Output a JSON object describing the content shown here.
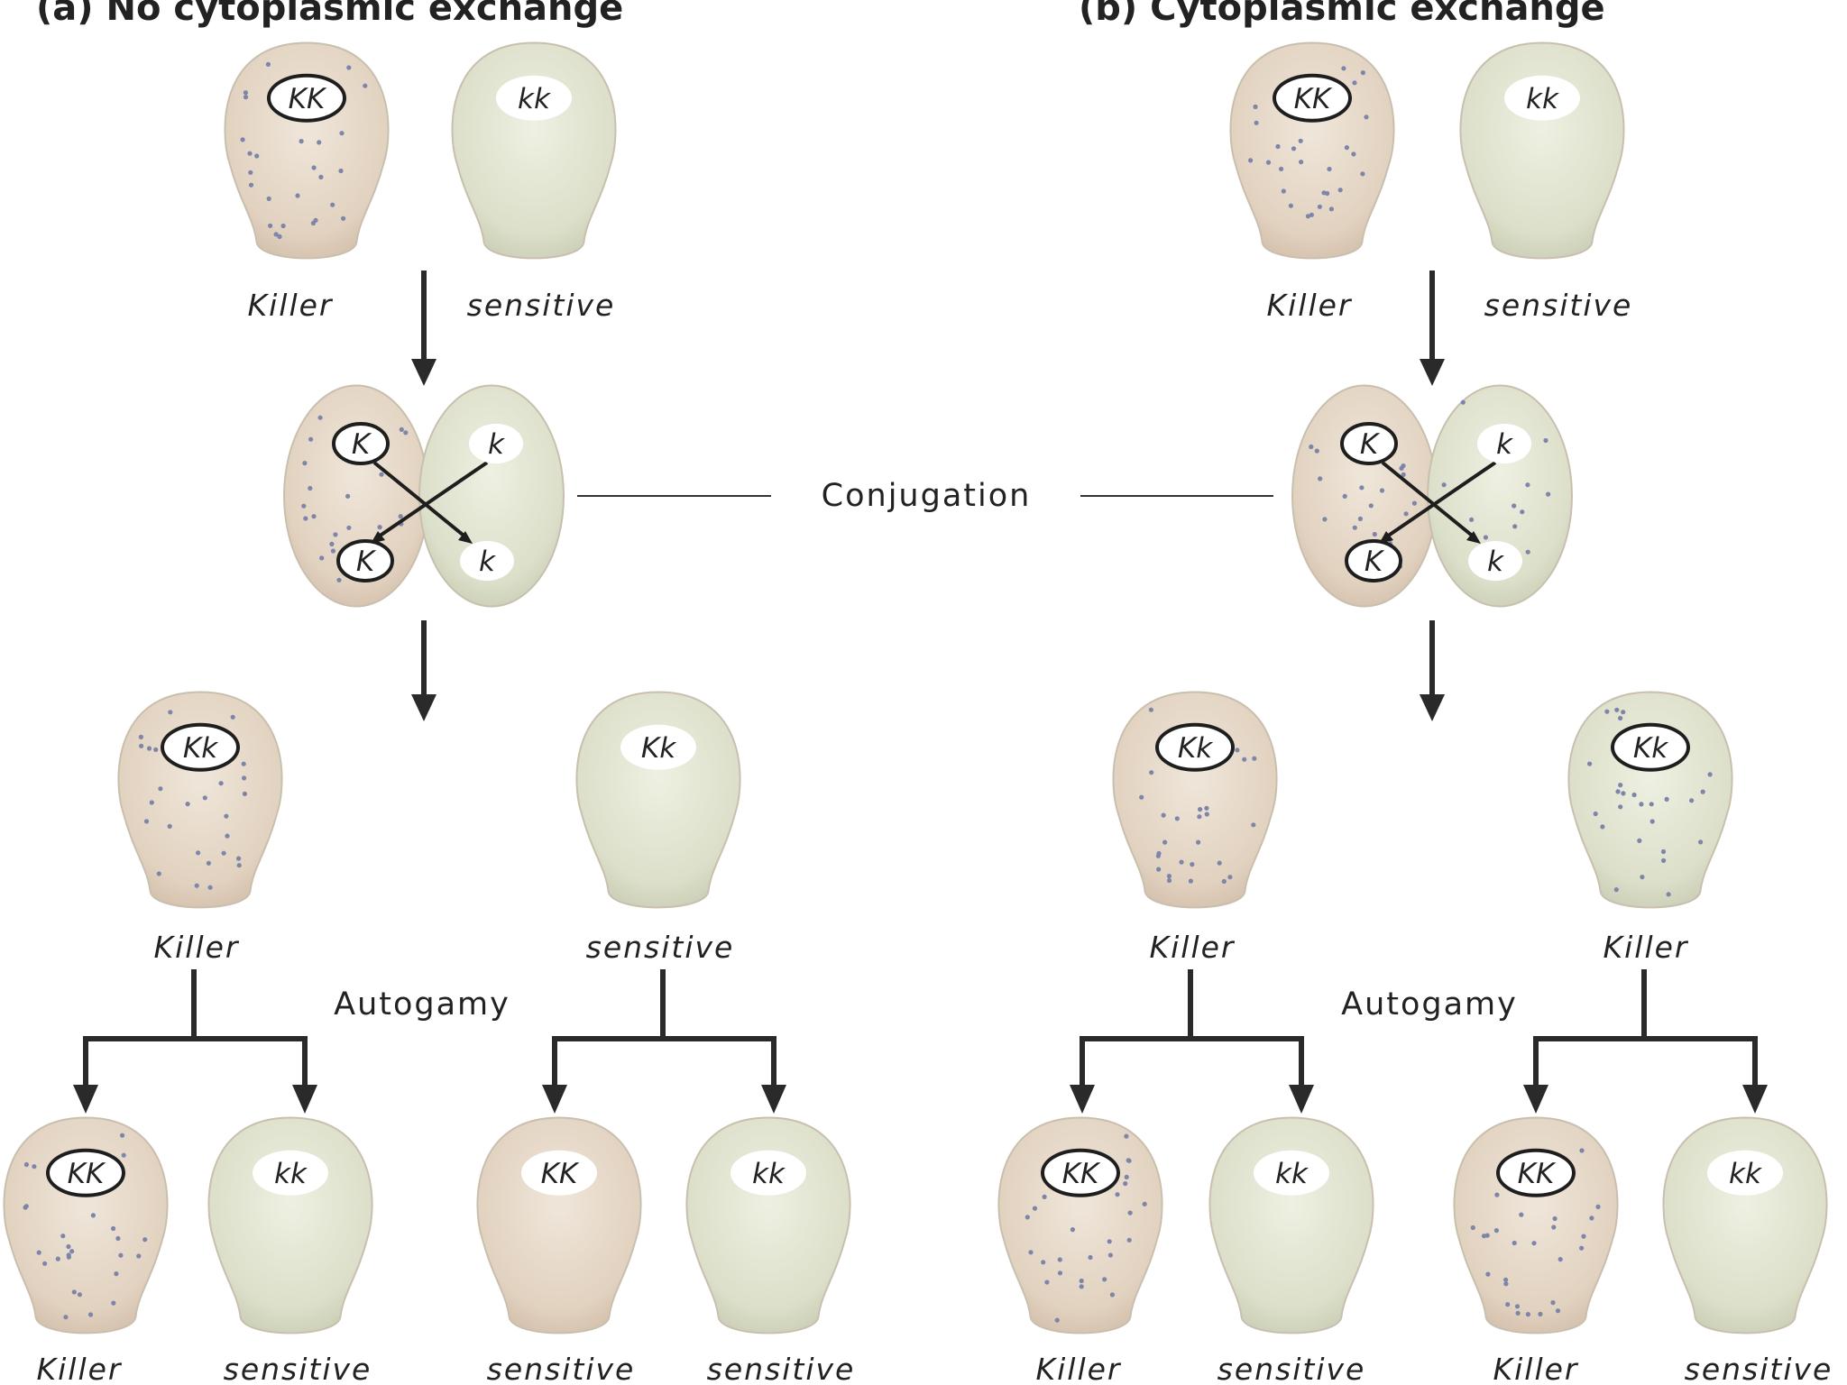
{
  "colors": {
    "killer_cytoplasm": "#e2d2c0",
    "sensitive_cytoplasm": "#dcdfc9",
    "kappa_particle": "#7d86a8",
    "arrow": "#2a2a2a"
  },
  "process_labels": {
    "conjugation": "Conjugation",
    "autogamy_a": "Autogamy",
    "autogamy_b": "Autogamy"
  },
  "panels": [
    {
      "title": "(a) No cytoplasmic exchange",
      "parents": [
        {
          "genotype": "KK",
          "phenotype": "Killer",
          "cytoplasm": "killer",
          "particles": true,
          "circled": true
        },
        {
          "genotype": "kk",
          "phenotype": "sensitive",
          "cytoplasm": "sensitive",
          "particles": false,
          "circled": false
        }
      ],
      "conjugants": {
        "left": {
          "top_nucleus": "K",
          "bottom_nucleus": "K",
          "cytoplasm": "killer",
          "particles": true
        },
        "right": {
          "top_nucleus": "k",
          "bottom_nucleus": "k",
          "cytoplasm": "sensitive",
          "particles": false
        }
      },
      "exconjugants": [
        {
          "genotype": "Kk",
          "phenotype": "Killer",
          "cytoplasm": "killer",
          "particles": true,
          "circled": true
        },
        {
          "genotype": "Kk",
          "phenotype": "sensitive",
          "cytoplasm": "sensitive",
          "particles": false,
          "circled": false
        }
      ],
      "autogamy_products": [
        {
          "genotype": "KK",
          "phenotype": "Killer",
          "cytoplasm": "killer",
          "particles": true,
          "circled": true
        },
        {
          "genotype": "kk",
          "phenotype": "sensitive",
          "cytoplasm": "sensitive",
          "particles": false,
          "circled": false
        },
        {
          "genotype": "KK",
          "phenotype": "sensitive",
          "cytoplasm": "killer",
          "particles": false,
          "circled": false
        },
        {
          "genotype": "kk",
          "phenotype": "sensitive",
          "cytoplasm": "sensitive",
          "particles": false,
          "circled": false
        }
      ]
    },
    {
      "title": "(b) Cytoplasmic exchange",
      "parents": [
        {
          "genotype": "KK",
          "phenotype": "Killer",
          "cytoplasm": "killer",
          "particles": true,
          "circled": true
        },
        {
          "genotype": "kk",
          "phenotype": "sensitive",
          "cytoplasm": "sensitive",
          "particles": false,
          "circled": false
        }
      ],
      "conjugants": {
        "left": {
          "top_nucleus": "K",
          "bottom_nucleus": "K",
          "cytoplasm": "killer",
          "particles": true
        },
        "right": {
          "top_nucleus": "k",
          "bottom_nucleus": "k",
          "cytoplasm": "sensitive",
          "particles": true
        }
      },
      "exconjugants": [
        {
          "genotype": "Kk",
          "phenotype": "Killer",
          "cytoplasm": "killer",
          "particles": true,
          "circled": true
        },
        {
          "genotype": "Kk",
          "phenotype": "Killer",
          "cytoplasm": "sensitive",
          "particles": true,
          "circled": true
        }
      ],
      "autogamy_products": [
        {
          "genotype": "KK",
          "phenotype": "Killer",
          "cytoplasm": "killer",
          "particles": true,
          "circled": true
        },
        {
          "genotype": "kk",
          "phenotype": "sensitive",
          "cytoplasm": "sensitive",
          "particles": false,
          "circled": false
        },
        {
          "genotype": "KK",
          "phenotype": "Killer",
          "cytoplasm": "killer",
          "particles": true,
          "circled": true
        },
        {
          "genotype": "kk",
          "phenotype": "sensitive",
          "cytoplasm": "sensitive",
          "particles": false,
          "circled": false
        }
      ]
    }
  ]
}
